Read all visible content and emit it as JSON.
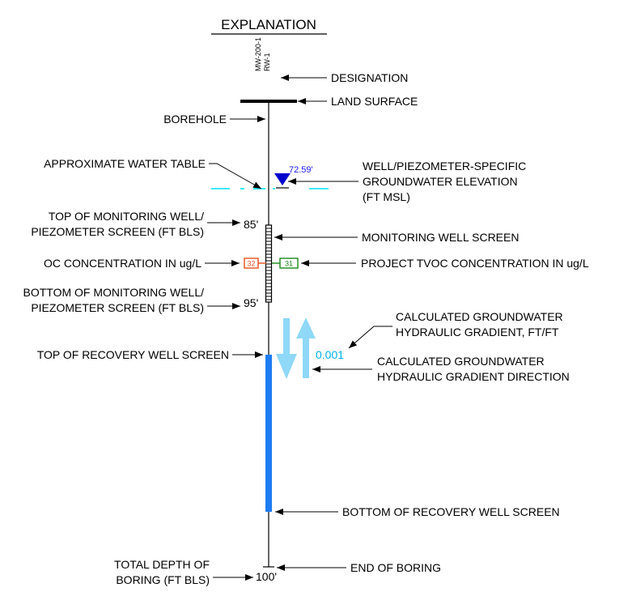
{
  "title": "EXPLANATION",
  "designation": {
    "well_id_1": "MW-200-1",
    "well_id_2": "RW-1",
    "label": "DESIGNATION"
  },
  "land_surface_label": "LAND SURFACE",
  "borehole_label": "BOREHOLE",
  "water_table": {
    "left_label": "APPROXIMATE WATER TABLE",
    "elevation_value": "72.59'",
    "right_label_lines": [
      "WELL/PIEZOMETER-SPECIFIC",
      "GROUNDWATER ELEVATION",
      "(FT MSL)"
    ]
  },
  "top_screen": {
    "label_lines": [
      "TOP OF MONITORING WELL/",
      "PIEZOMETER SCREEN (FT BLS)"
    ],
    "depth": "85'"
  },
  "monitoring_well_screen_label": "MONITORING WELL SCREEN",
  "tvoc": {
    "left_label": "OC CONCENTRATION IN ug/L",
    "left_value": "32",
    "right_value": "31",
    "right_label": "PROJECT TVOC CONCENTRATION IN ug/L"
  },
  "bottom_screen": {
    "label_lines": [
      "BOTTOM OF MONITORING WELL/",
      "PIEZOMETER SCREEN (FT BLS)"
    ],
    "depth": "95'"
  },
  "gradient": {
    "value": "0.001",
    "value_label_lines": [
      "CALCULATED GROUNDWATER",
      "HYDRAULIC GRADIENT, FT/FT"
    ],
    "direction_label_lines": [
      "CALCULATED GROUNDWATER",
      "HYDRAULIC GRADIENT DIRECTION"
    ]
  },
  "recovery_screen": {
    "top_label": "TOP OF RECOVERY WELL SCREEN",
    "bottom_label": "BOTTOM OF RECOVERY WELL SCREEN"
  },
  "total_depth": {
    "label_lines": [
      "TOTAL DEPTH OF",
      "BORING (FT BLS)"
    ],
    "depth": "100'",
    "end_label": "END OF BORING"
  },
  "colors": {
    "water_table": "#00e5f5",
    "elevation_text": "#1a1aff",
    "triangle": "#0000cc",
    "gradient_arrows": "#8fd8f8",
    "gradient_text": "#00b0f0",
    "recovery_screen": "#1e7cf2",
    "left_tvoc": "#e8501e",
    "right_tvoc": "#1a8a1a"
  }
}
